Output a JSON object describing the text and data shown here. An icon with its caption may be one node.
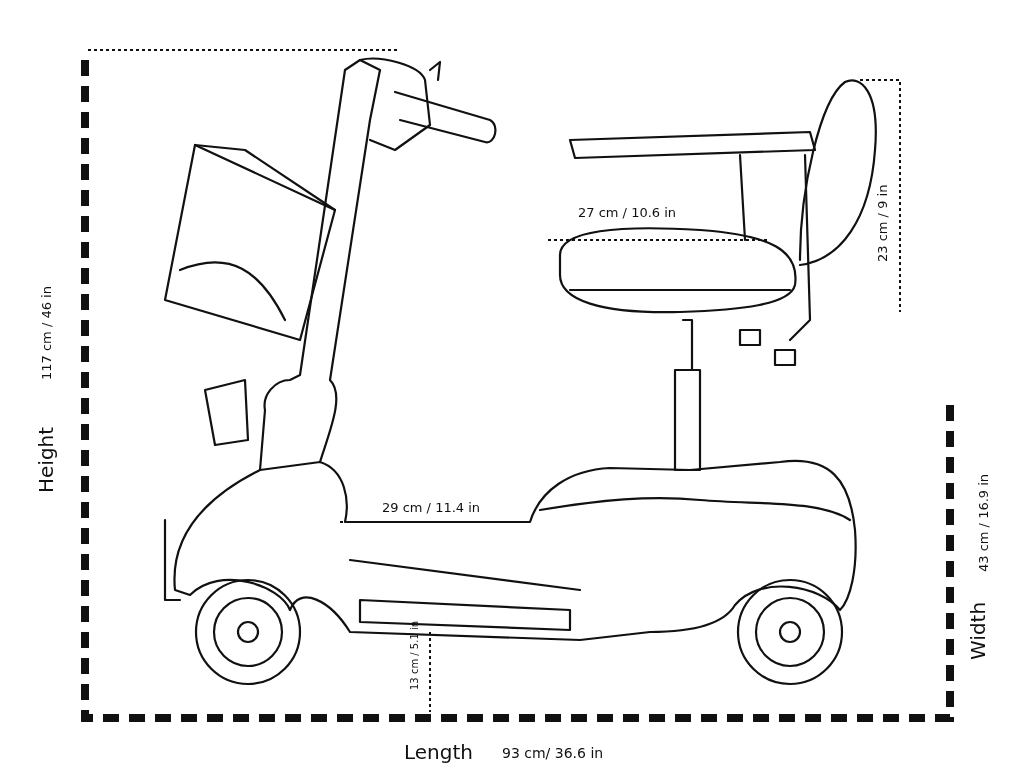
{
  "diagram": {
    "labels": [
      "27 cm / 10.6 in",
      "23 cm / 9 in",
      "Height",
      "117 cm / 46 in",
      "29 cm / 11.4 in",
      "Width",
      "43 cm / 16.9 in",
      "13 cm / 5.1 in",
      "Length",
      "93 cm/ 36.6 in"
    ]
  }
}
